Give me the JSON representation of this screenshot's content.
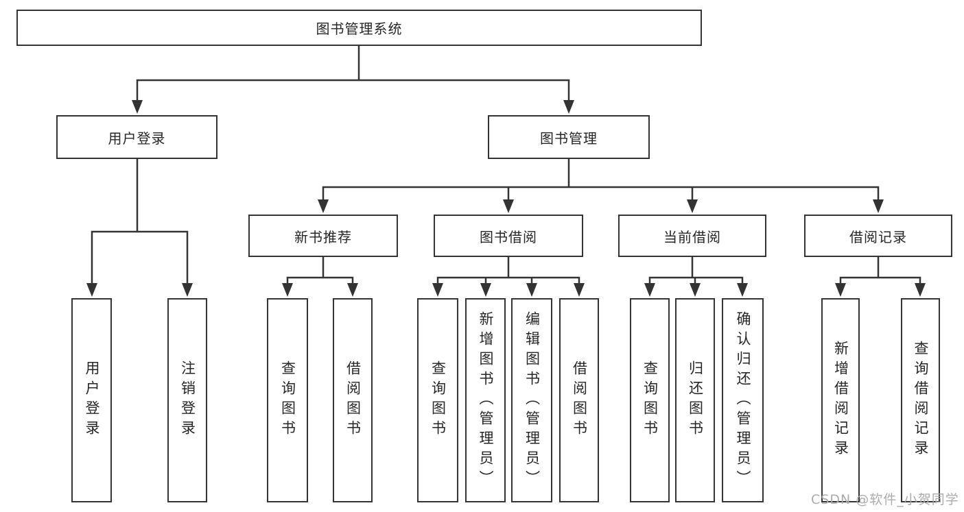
{
  "diagram": {
    "title": "图书管理系统",
    "branches": {
      "user_login": {
        "label": "用户登录",
        "children": [
          "用户登录",
          "注销登录"
        ]
      },
      "book_mgmt": {
        "label": "图书管理",
        "sections": {
          "new_books": {
            "label": "新书推荐",
            "children": [
              "查询图书",
              "借阅图书"
            ]
          },
          "book_borrow": {
            "label": "图书借阅",
            "children": [
              "查询图书",
              "新增图书（管理员）",
              "编辑图书（管理员）",
              "借阅图书"
            ]
          },
          "current_borrow": {
            "label": "当前借阅",
            "children": [
              "查询图书",
              "归还图书",
              "确认归还（管理员）"
            ]
          },
          "borrow_records": {
            "label": "借阅记录",
            "children": [
              "新增借阅记录",
              "查询借阅记录"
            ]
          }
        }
      }
    }
  },
  "watermark": {
    "text": "CSDN @软件_小贺同学"
  },
  "colors": {
    "line": "#333333",
    "box_border": "#333333",
    "box_fill": "#ffffff",
    "text": "#262626",
    "watermark": "#ababab",
    "background": "#ffffff"
  }
}
